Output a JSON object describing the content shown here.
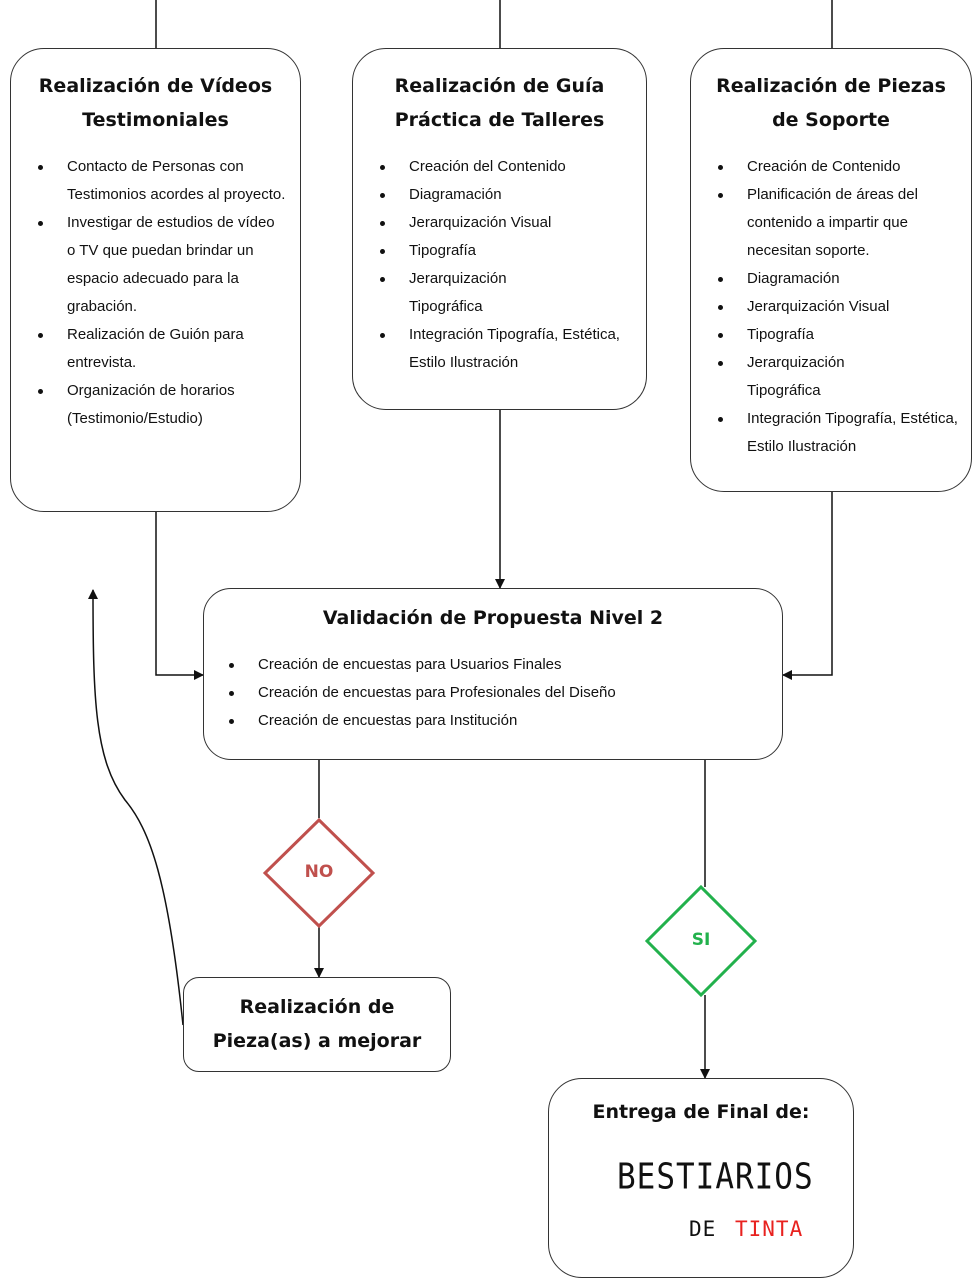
{
  "boxes": {
    "videos": {
      "title_line1": "Realización de Vídeos",
      "title_line2": "Testimoniales",
      "items": [
        "Contacto de Personas con Testimonios acordes al proyecto.",
        "Investigar de estudios de vídeo o TV que puedan brindar un espacio adecuado para la grabación.",
        "Realización de Guión para entrevista.",
        "Organización de horarios (Testimonio/Estudio)"
      ]
    },
    "guia": {
      "title_line1": "Realización de Guía",
      "title_line2": "Práctica de Talleres",
      "items": [
        "Creación del Contenido",
        "Diagramación",
        "Jerarquización Visual",
        "Tipografía",
        "Jerarquización Tipográfica",
        "Integración Tipografía, Estética, Estilo Ilustración"
      ]
    },
    "piezas": {
      "title_line1": "Realización de Piezas",
      "title_line2": "de Soporte",
      "items": [
        "Creación de Contenido",
        "Planificación de áreas del contenido a impartir que necesitan soporte.",
        "Diagramación",
        "Jerarquización Visual",
        "Tipografía",
        "Jerarquización Tipográfica",
        "Integración Tipografía, Estética, Estilo Ilustración"
      ]
    },
    "validacion": {
      "title": "Validación de Propuesta Nivel 2",
      "items": [
        "Creación de encuestas para Usuarios Finales",
        "Creación de encuestas para Profesionales del Diseño",
        "Creación de encuestas para Institución"
      ]
    },
    "mejorar": {
      "title_line1": "Realización de",
      "title_line2": "Pieza(as) a mejorar"
    },
    "entrega": {
      "title": "Entrega de Final de:",
      "logo_line1": "BESTIARIOS",
      "logo_de": "DE",
      "logo_tinta": "TINTA"
    }
  },
  "decisions": {
    "no": "NO",
    "si": "SI"
  },
  "colors": {
    "no_diamond": "#c0504d",
    "si_diamond": "#22b14c",
    "tinta": "#e8221f",
    "line": "#111111"
  }
}
